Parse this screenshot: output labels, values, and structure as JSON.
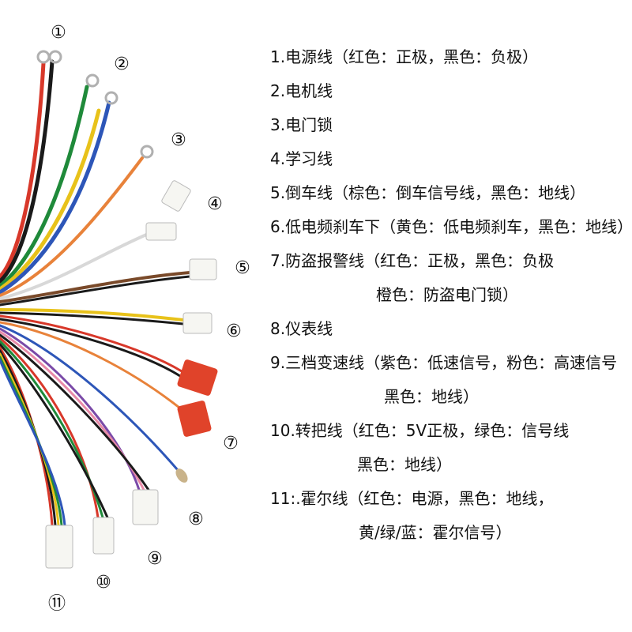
{
  "markers": [
    "①",
    "②",
    "③",
    "④",
    "⑤",
    "⑥",
    "⑦",
    "⑧",
    "⑨",
    "⑩",
    "⑪"
  ],
  "legend": [
    "1.电源线（红色：正极，黑色：负极）",
    "2.电机线",
    "3.电门锁",
    "4.学习线",
    "5.倒车线（棕色：倒车信号线，黑色：地线）",
    "6.低电频刹车下（黄色：低电频刹车，黑色：地线）",
    "7.防盗报警线（红色：正极，黑色：负极",
    "橙色：防盗电门锁）",
    "8.仪表线",
    "9.三档变速线（紫色：低速信号，粉色：高速信号",
    "黑色：地线）",
    "10.转把线（红色：5V正极，绿色：信号线",
    "黑色：地线）",
    "11:.霍尔线（红色：电源，黑色：地线，",
    "黄/绿/蓝：霍尔信号）"
  ],
  "colors": {
    "red": "#d8382a",
    "black": "#1a1a1a",
    "green": "#1f8a3a",
    "yellow": "#e8c21a",
    "blue": "#2d56b8",
    "orange": "#e8823a",
    "white": "#f2f2f2",
    "brown": "#7a4a2a",
    "purple": "#7a4aa8",
    "pink": "#e88aa8",
    "connector_red": "#e0432a"
  }
}
